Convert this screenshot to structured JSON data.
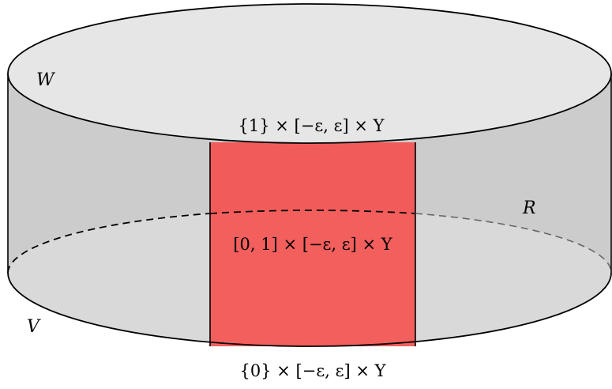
{
  "labels": {
    "top_disk": "W",
    "bottom_disk": "V",
    "side_region": "R",
    "top_strip": "{1} × [−ε, ε] × Y",
    "middle_strip": "[0, 1] × [−ε, ε] × Y",
    "bottom_strip": "{0} × [−ε, ε] × Y"
  },
  "colors": {
    "top_face": "#e6e6e6",
    "side_face": "#cccccc",
    "bottom_face": "#d9d9d9",
    "strip_fill": "#f25f5c",
    "outline": "#000000"
  }
}
